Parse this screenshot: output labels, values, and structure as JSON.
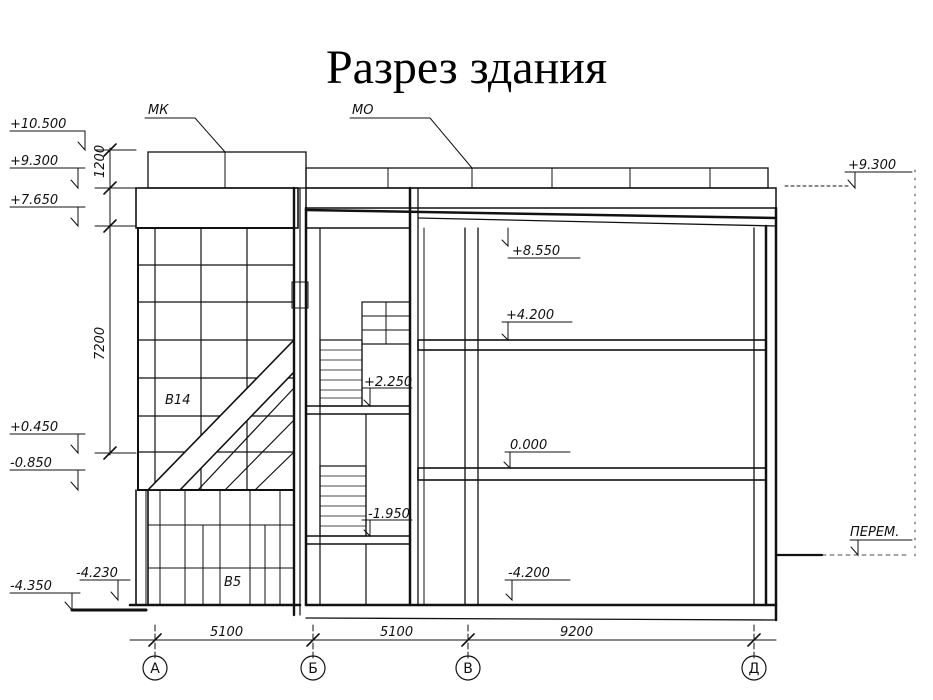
{
  "title": "Разрез здания",
  "callouts": {
    "mk": "МК",
    "mo": "МО",
    "perem": "ПЕРЕМ."
  },
  "elevations": {
    "e10500": "+10.500",
    "e9300_left": "+9.300",
    "e7650": "+7.650",
    "e0450": "+0.450",
    "em0850": "-0.850",
    "em4230": "-4.230",
    "em4350": "-4.350",
    "e9300_right": "+9.300",
    "e8550": "+8.550",
    "e4200": "+4.200",
    "e2250": "+2.250",
    "e0000": "0.000",
    "em1950": "-1.950",
    "em4200": "-4.200"
  },
  "vertical_dims": {
    "d1200": "1200",
    "d7200": "7200"
  },
  "horizontal_dims": {
    "d5100_ab": "5100",
    "d5100_bv": "5100",
    "d9200": "9200"
  },
  "axes": [
    "А",
    "Б",
    "В",
    "Д"
  ],
  "marks": {
    "b14": "В14",
    "b5": "В5"
  }
}
